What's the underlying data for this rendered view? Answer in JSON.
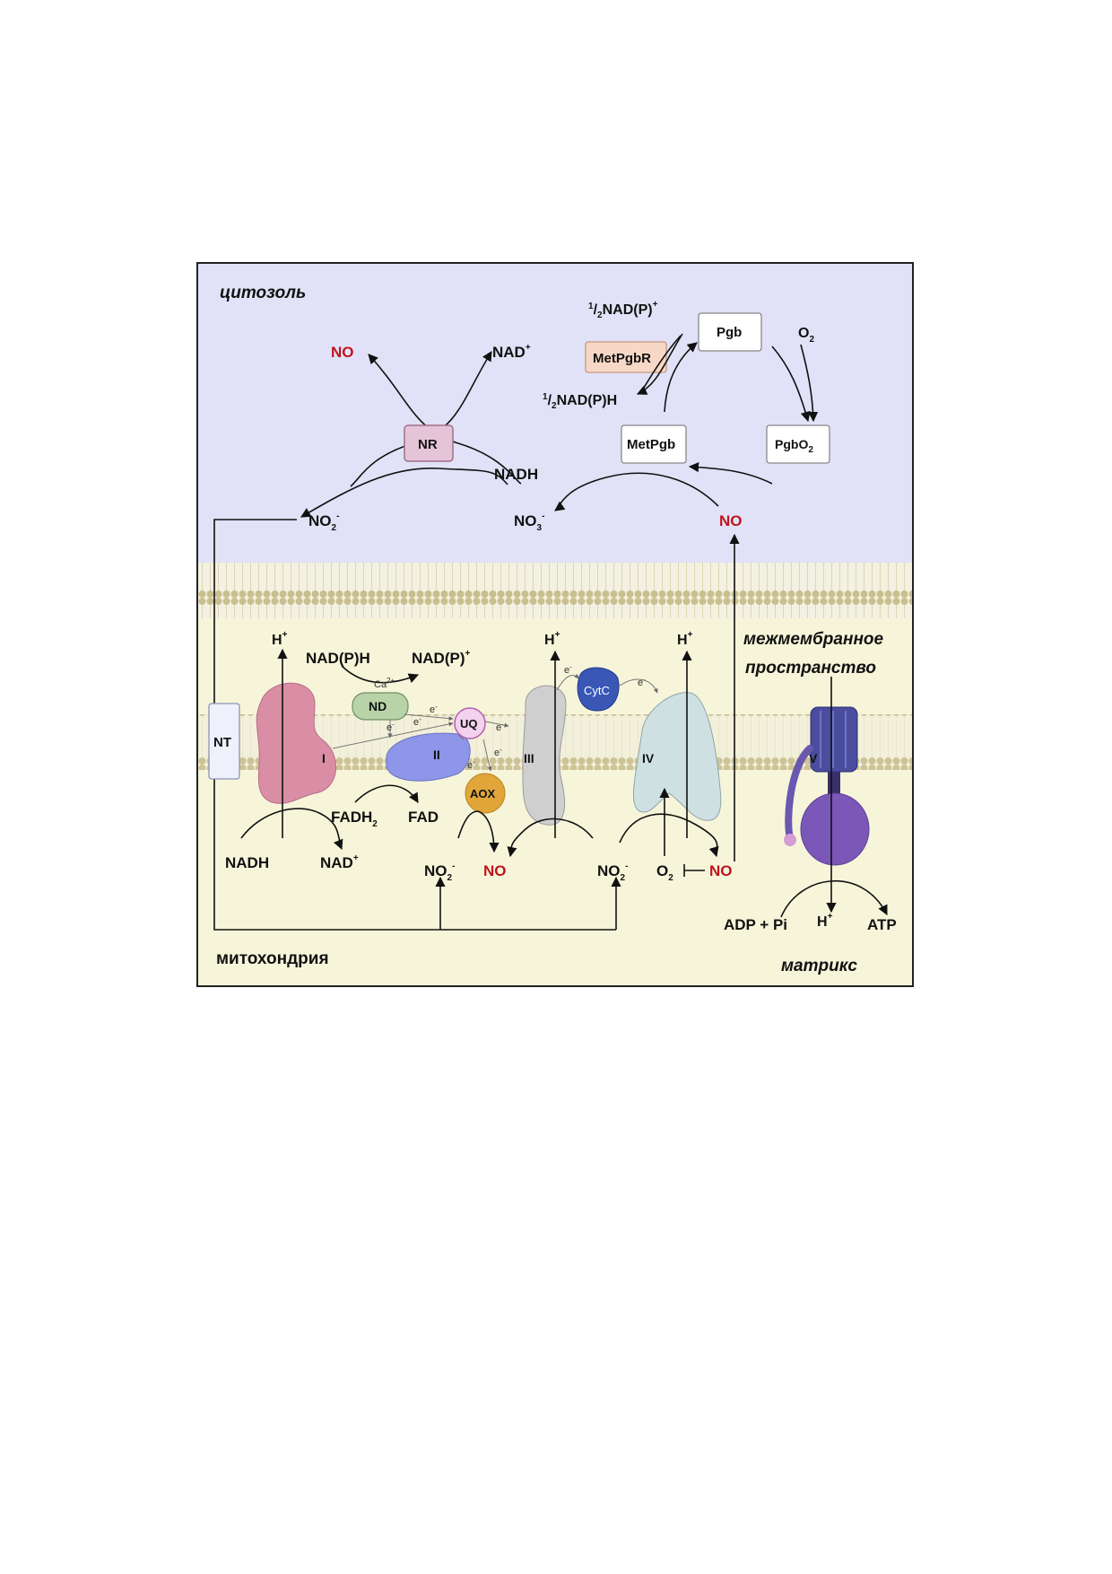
{
  "regions": {
    "cytosol": "цитозоль",
    "intermembrane_line1": "межмембранное",
    "intermembrane_line2": "пространство",
    "mitochondria": "митохондрия",
    "matrix": "матрикс"
  },
  "colors": {
    "cytosol_bg": "#e1e2f7",
    "mito_bg": "#f6f5da",
    "membrane": "#c9bf8e",
    "no_red": "#c0141c",
    "complex_I": "#d98ea5",
    "complex_II": "#8d96e8",
    "complex_III": "#cfcfcf",
    "complex_IV": "#cfe0e2",
    "complex_V": "#7b57b8",
    "cytc": "#3a57b6",
    "aox": "#e0a63a",
    "uq": "#f2d2ef",
    "nd": "#b8d3a8",
    "nr": "#e5c4d8",
    "metpgbr": "#f7d8c6"
  },
  "cytosol": {
    "nr": {
      "enzyme": "NR",
      "product_no": "NO",
      "nad_plus": "NAD",
      "nad_plus_sup": "+",
      "nadh": "NADH",
      "no2_base": "NO",
      "no2_sub": "2",
      "no2_sup": "-"
    },
    "pgb_cycle": {
      "half_nadp_plus": "NAD(P)",
      "half_nadp_plus_sup": "+",
      "half_nadph": "NAD(P)H",
      "half_num": "1",
      "half_den": "2",
      "metpgbr": "MetPgbR",
      "pgb": "Pgb",
      "o2_base": "O",
      "o2_sub": "2",
      "pgbo2_base": "PgbO",
      "pgbo2_sub": "2",
      "metpgb": "MetPgb",
      "no3_base": "NO",
      "no3_sub": "3",
      "no3_sup": "-",
      "no": "NO"
    }
  },
  "mito": {
    "nt": "NT",
    "complex_I": "I",
    "complex_II": "II",
    "complex_III": "III",
    "complex_IV": "IV",
    "complex_V": "V",
    "nd": "ND",
    "uq": "UQ",
    "aox": "AOX",
    "cytc": "CytC",
    "h_plus": "H",
    "h_sup": "+",
    "nadph": "NAD(P)H",
    "nadp_plus": "NAD(P)",
    "nadp_plus_sup": "+",
    "ca2": "Ca",
    "ca2_sup": "2+",
    "electron": "e",
    "electron_sup": "-",
    "fadh2_base": "FADH",
    "fadh2_sub": "2",
    "fad": "FAD",
    "nadh": "NADH",
    "nad_plus": "NAD",
    "nad_plus_sup": "+",
    "no2_base": "NO",
    "no2_sub": "2",
    "no2_sup": "-",
    "no": "NO",
    "o2_base": "O",
    "o2_sub": "2",
    "adp_pi": "ADP + Pi",
    "atp": "ATP"
  }
}
